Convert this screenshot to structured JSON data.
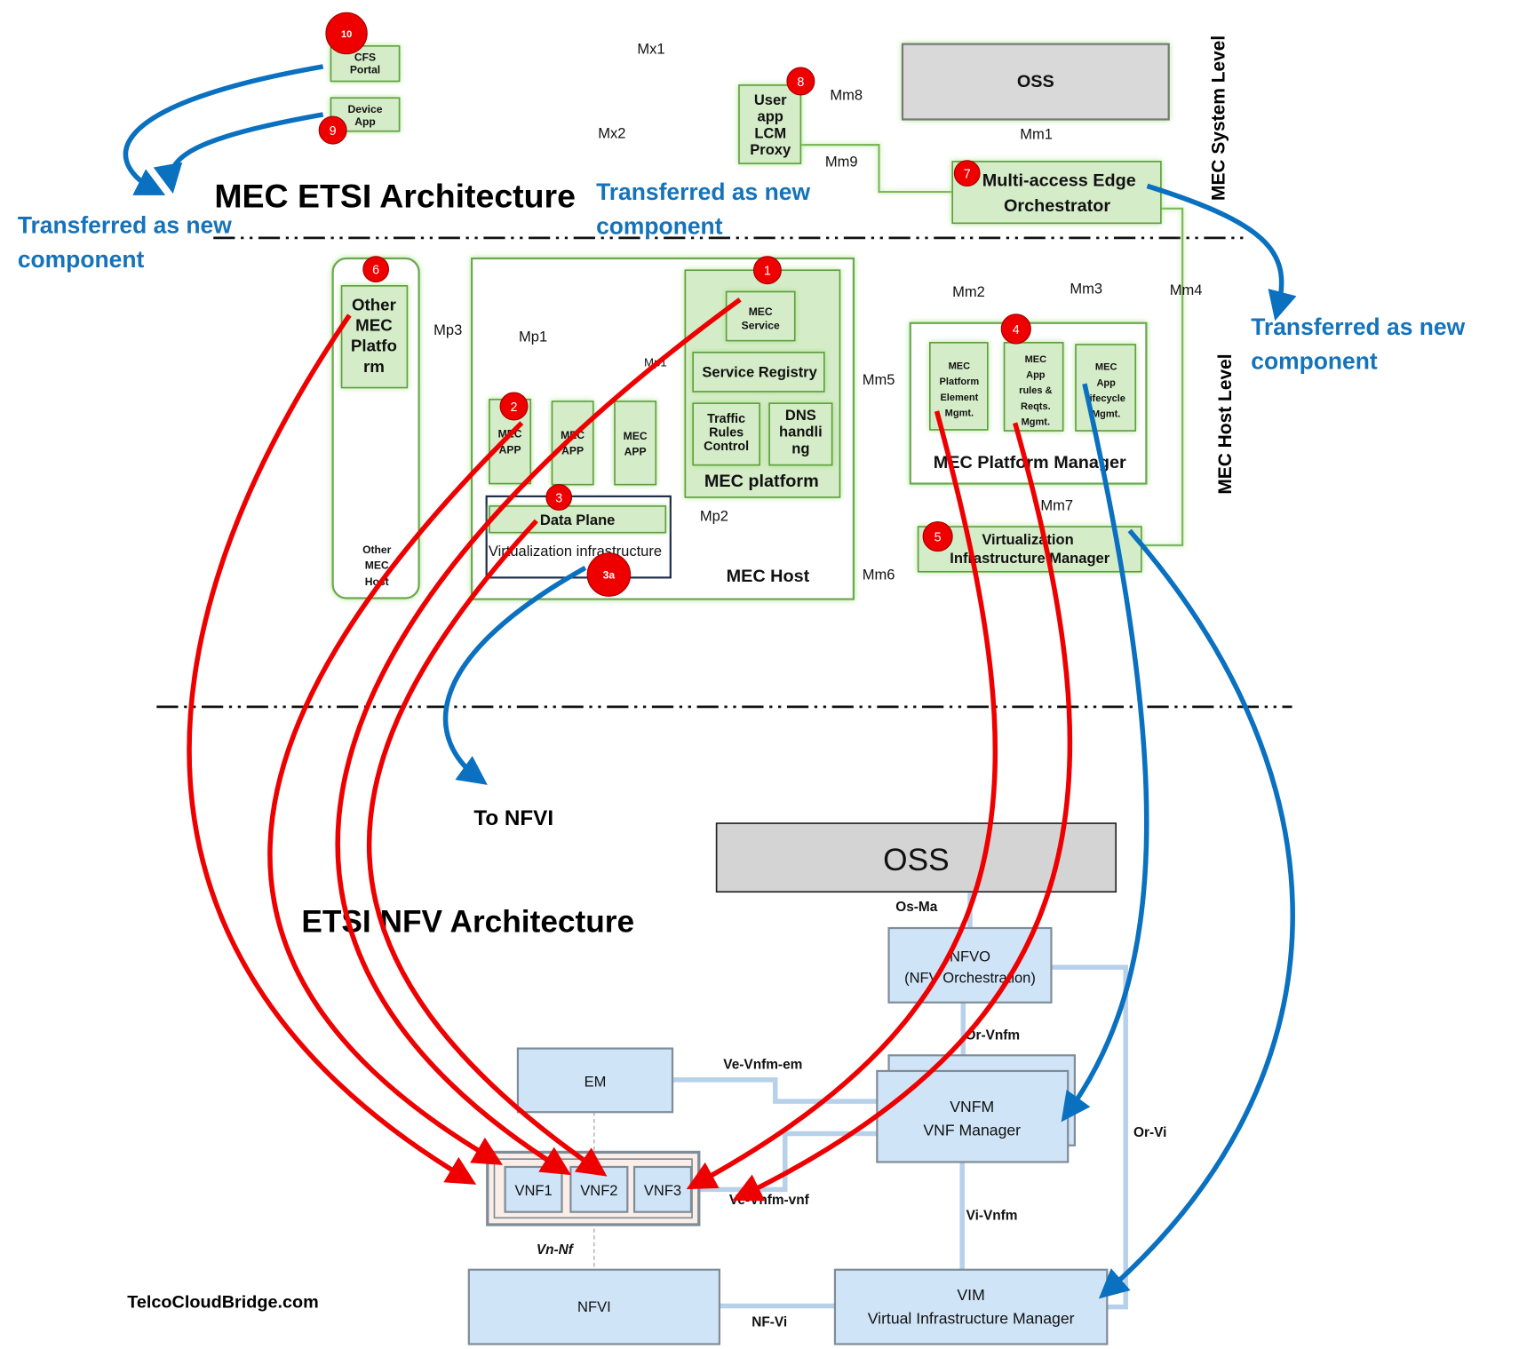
{
  "titles": {
    "mec": "MEC ETSI Architecture",
    "nfv": "ETSI NFV Architecture",
    "watermark": "TelcoCloudBridge.com",
    "to_nfvi": "To NFVI",
    "system_level": "MEC System Level",
    "host_level": "MEC Host  Level"
  },
  "annotations": {
    "transferred_line1": "Transferred as new",
    "transferred_line2": "component"
  },
  "mec_system": {
    "cfs_portal": [
      "CFS",
      "Portal"
    ],
    "device_app": [
      "Device",
      "App"
    ],
    "user_app_lcm_proxy": [
      "User",
      "app",
      "LCM",
      "Proxy"
    ],
    "oss": "OSS",
    "meo": [
      "Multi-access Edge",
      "Orchestrator"
    ]
  },
  "mec_host": {
    "other_mec_platform": [
      "Other",
      "MEC",
      "Platfo",
      "rm"
    ],
    "other_mec_host": [
      "Other",
      "MEC",
      "Host"
    ],
    "mec_service": [
      "MEC",
      "Service"
    ],
    "service_registry": "Service Registry",
    "traffic_rules": [
      "Traffic",
      "Rules",
      "Control"
    ],
    "dns": [
      "DNS",
      "handli",
      "ng"
    ],
    "mec_platform": "MEC platform",
    "mec_app": [
      "MEC",
      "APP"
    ],
    "data_plane": "Data Plane",
    "virt_infra": "Virtualization infrastructure",
    "mec_host": "MEC Host",
    "pm_element": [
      "MEC",
      "Platform",
      "Element",
      "Mgmt."
    ],
    "pm_rules": [
      "MEC",
      "App",
      "rules &",
      "Reqts.",
      "Mgmt."
    ],
    "pm_lifecycle": [
      "MEC",
      "App",
      "lifecycle",
      "Mgmt."
    ],
    "platform_manager": "MEC Platform Manager",
    "vim": [
      "Virtualization",
      "Infrastructure Manager"
    ]
  },
  "reference_points": {
    "mx1": "Mx1",
    "mx2": "Mx2",
    "mm1": "Mm1",
    "mm2": "Mm2",
    "mm3": "Mm3",
    "mm4": "Mm4",
    "mm5": "Mm5",
    "mm6": "Mm6",
    "mm7": "Mm7",
    "mm8": "Mm8",
    "mm9": "Mm9",
    "mp1": "Mp1",
    "mp1b": "Mp1",
    "mp2": "Mp2",
    "mp3": "Mp3"
  },
  "badges": [
    "1",
    "2",
    "3",
    "3a",
    "4",
    "5",
    "6",
    "7",
    "8",
    "9",
    "10"
  ],
  "nfv": {
    "oss": "OSS",
    "nfvo": [
      "NFVO",
      "(NFV Orchestration)"
    ],
    "em": "EM",
    "vnfm": [
      "VNFM",
      "VNF Manager"
    ],
    "vnfs": [
      "VNF1",
      "VNF2",
      "VNF3"
    ],
    "nfvi": "NFVI",
    "vim": [
      "VIM",
      "Virtual Infrastructure  Manager"
    ],
    "ref": {
      "os_ma": "Os-Ma",
      "or_vnfm": "Or-Vnfm",
      "ve_vnfm_em": "Ve-Vnfm-em",
      "ve_vnfm_vnf": "Ve-Vnfm-vnf",
      "or_vi": "Or-Vi",
      "vi_vnfm": "Vi-Vnfm",
      "vn_nf": "Vn-Nf",
      "nf_vi": "NF-Vi"
    }
  },
  "colors": {
    "mec_green": "#d5ecc8",
    "nfv_blue": "#cfe4f7",
    "mapping_red": "#ee0000",
    "transfer_blue": "#0a70c0"
  }
}
